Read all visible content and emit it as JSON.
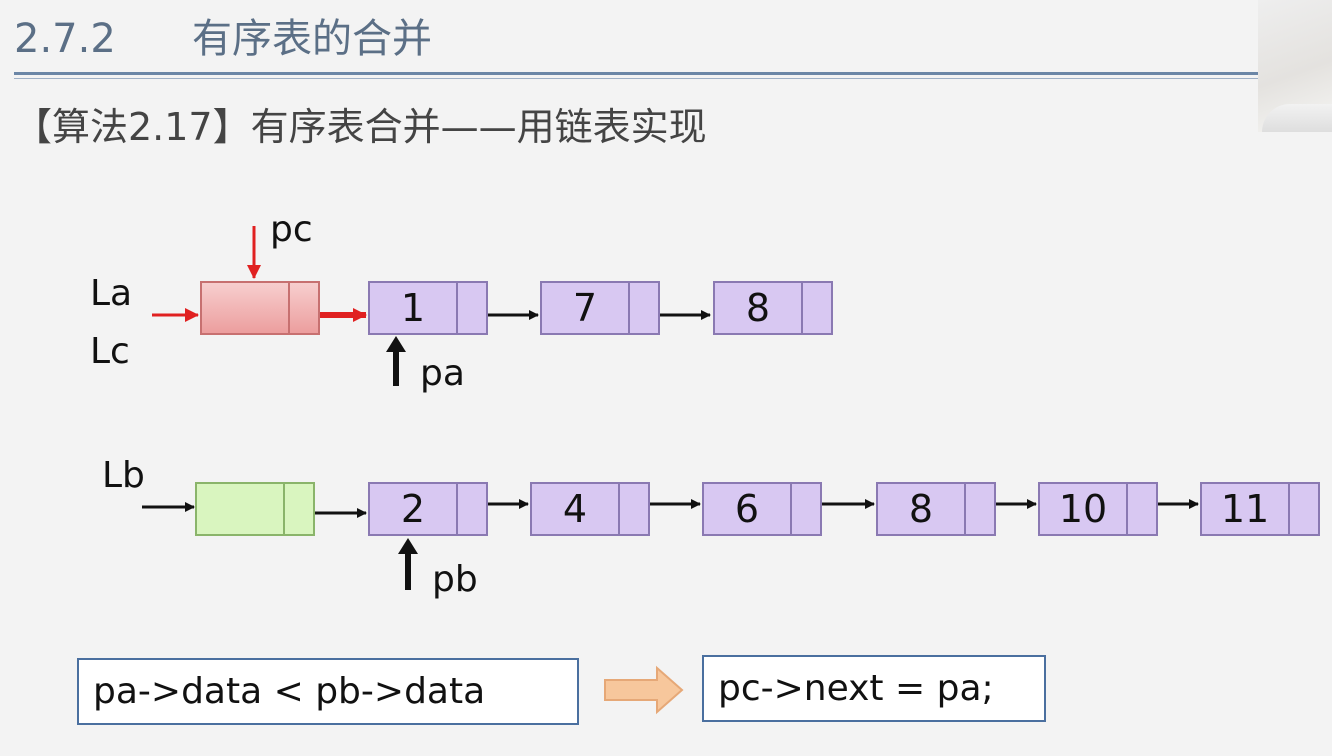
{
  "header": {
    "section_number": "2.7.2",
    "section_title": "有序表的合并"
  },
  "algorithm_title": "【算法2.17】有序表合并——用链表实现",
  "list_a": {
    "labels": [
      "La",
      "Lc"
    ],
    "values": [
      "1",
      "7",
      "8"
    ]
  },
  "list_b": {
    "label": "Lb",
    "values": [
      "2",
      "4",
      "6",
      "8",
      "10",
      "11"
    ]
  },
  "pointers": {
    "pc": "pc",
    "pa": "pa",
    "pb": "pb"
  },
  "condition": "pa->data < pb->data",
  "action": "pc->next = pa;",
  "colors": {
    "pointer_red": "#e02020",
    "node_fill": "#d8c8f2",
    "head_red": "#f2b5b5",
    "head_green": "#d9f5bf",
    "heading_blue": "#5b6f86",
    "code_border": "#4a6f9f",
    "implication_arrow": "#f7c79c"
  },
  "icons": {
    "implication": "block-arrow-right",
    "cursor": "laser-pointer-dot"
  }
}
